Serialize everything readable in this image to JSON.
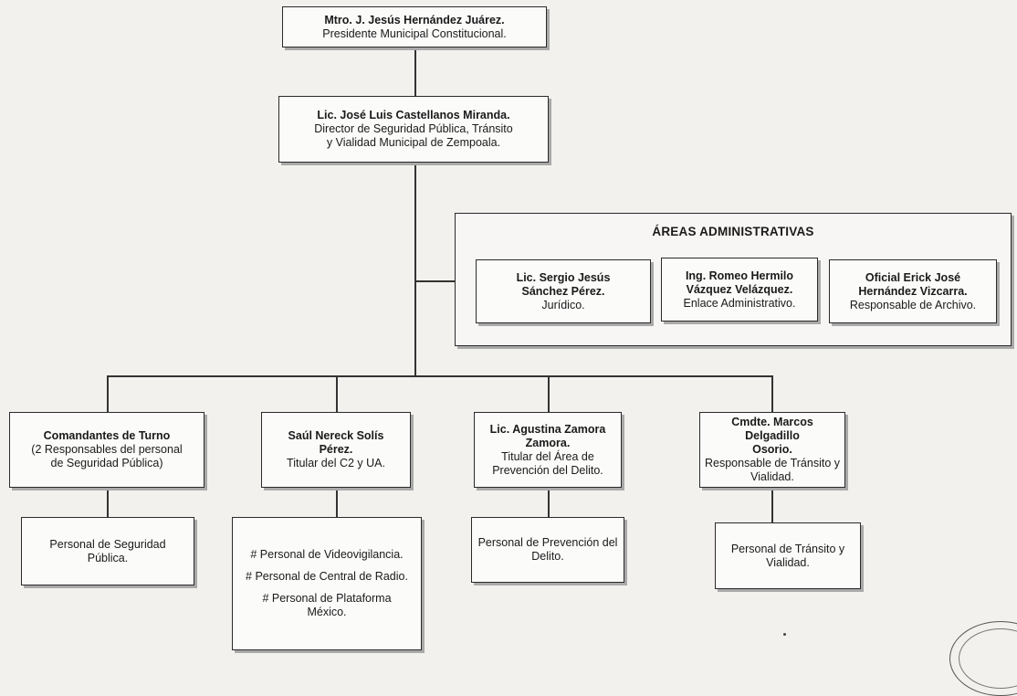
{
  "president": {
    "name": "Mtro. J. Jesús Hernández Juárez.",
    "role": "Presidente Municipal Constitucional."
  },
  "director": {
    "name": "Lic. José Luis Castellanos Miranda.",
    "role_line1": "Director de Seguridad Pública, Tránsito",
    "role_line2": "y Vialidad Municipal de Zempoala."
  },
  "admin_areas": {
    "title": "ÁREAS ADMINISTRATIVAS",
    "members": [
      {
        "name_line1": "Lic. Sergio Jesús",
        "name_line2": "Sánchez Pérez.",
        "role": "Jurídico."
      },
      {
        "name_line1": "Ing. Romeo Hermilo",
        "name_line2": "Vázquez Velázquez.",
        "role": "Enlace Administrativo."
      },
      {
        "name_line1": "Oficial Erick José",
        "name_line2": "Hernández Vizcarra.",
        "role": "Responsable de Archivo."
      }
    ]
  },
  "units": [
    {
      "name": "Comandantes de Turno",
      "role_line1": "(2 Responsables del personal",
      "role_line2": "de Seguridad Pública)"
    },
    {
      "name_line1": "Saúl Nereck Solís",
      "name_line2": "Pérez.",
      "role": "Titular del C2 y UA."
    },
    {
      "name_line1": "Lic. Agustina Zamora",
      "name_line2": "Zamora.",
      "role_line1": "Titular del Área de",
      "role_line2": "Prevención del Delito."
    },
    {
      "name_line1": "Cmdte. Marcos Delgadillo",
      "name_line2": "Osorio.",
      "role_line1": "Responsable de Tránsito y",
      "role_line2": "Vialidad."
    }
  ],
  "staff": [
    {
      "line1": "Personal de Seguridad",
      "line2": "Pública."
    },
    {
      "items": [
        "# Personal de Videovigilancia.",
        "# Personal de Central de Radio.",
        "# Personal de Plataforma",
        "México."
      ]
    },
    {
      "line1": "Personal de Prevención del",
      "line2": "Delito."
    },
    {
      "line1": "Personal de Tránsito y",
      "line2": "Vialidad."
    }
  ]
}
